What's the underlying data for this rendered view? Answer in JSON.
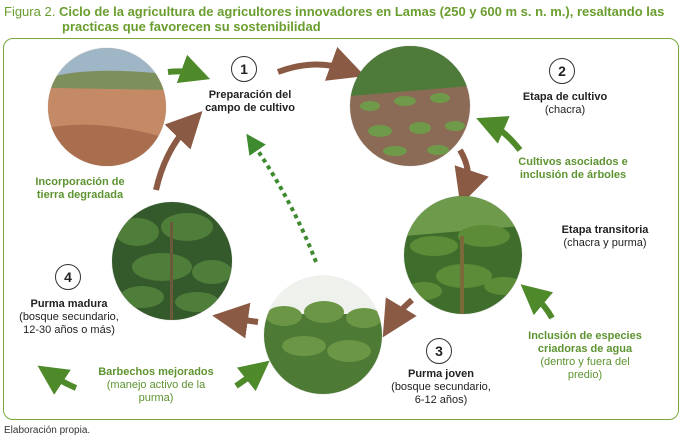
{
  "figure": {
    "label": "Figura 2.",
    "title_line1": "Ciclo de la agricultura de agricultores innovadores en Lamas (250 y 600 m s. n. m.), resaltando las",
    "title_line2": "practicas que favorecen su sostenibilidad"
  },
  "stages": [
    {
      "number": "1",
      "title": "Preparación del",
      "subtitle": "campo de cultivo",
      "photo": "dry-grassland-photo"
    },
    {
      "number": "2",
      "title": "Etapa de cultivo",
      "subtitle": "(chacra)",
      "photo": "crop-field-photo"
    },
    {
      "number": "",
      "title": "Etapa transitoria",
      "subtitle": "(chacra y purma)",
      "photo": "banana-plants-photo"
    },
    {
      "number": "3",
      "title": "Purma joven",
      "subtitle": "(bosque secundario,",
      "subtitle2": "6-12 años)",
      "photo": "young-forest-photo"
    },
    {
      "number": "4",
      "title": "Purma madura",
      "subtitle": "(bosque secundario,",
      "subtitle2": "12-30 años o más)",
      "photo": "mature-forest-photo"
    }
  ],
  "practices": {
    "associated_crops": [
      "Cultivos asociados e",
      "inclusión de árboles"
    ],
    "water_species": [
      "Inclusión de especies",
      "criadoras de agua",
      "(dentro y fuera del",
      "predio)"
    ],
    "improved_fallow": [
      "Barbechos mejorados",
      "(manejo activo de la",
      "purma)"
    ],
    "degraded_land": [
      "Incorporación de",
      "tierra degradada"
    ]
  },
  "credit": "Elaboración propia.",
  "colors": {
    "accent_green": "#6a9e2e",
    "cycle_arrow": "#8a5a44",
    "practice_arrow": "#4f8a2a",
    "border": "#7aa83c"
  }
}
